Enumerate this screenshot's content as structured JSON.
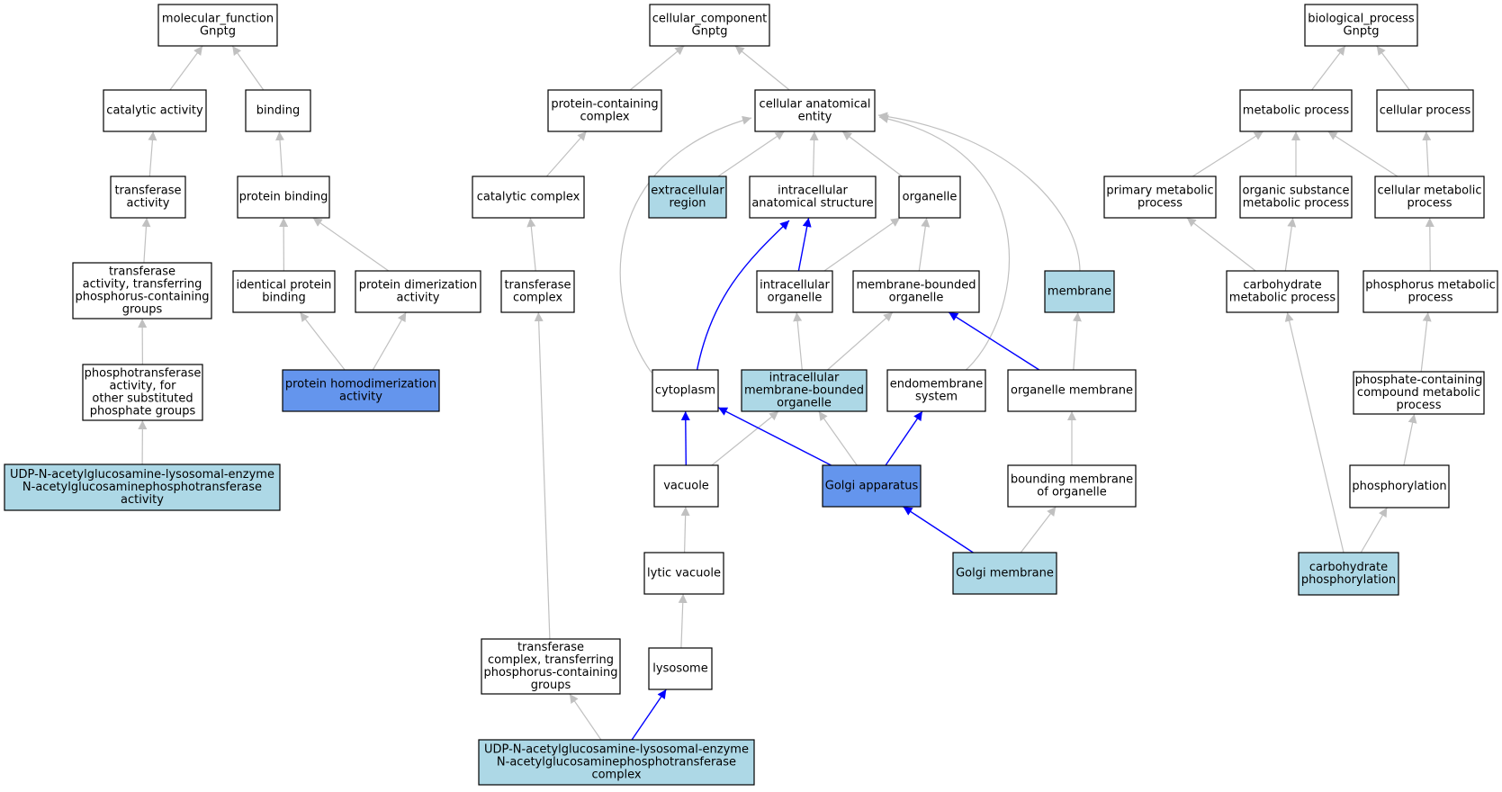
{
  "colors": {
    "highlight_edge": "#0000ff",
    "normal_edge": "#c0c0c0",
    "node_border": "#000000",
    "node_fill": "#ffffff",
    "annotated_fill": "#add8e6",
    "direct_fill": "#6495ed"
  },
  "nodes": [
    {
      "id": "mf",
      "lines": [
        "molecular_function",
        "Gnptg"
      ],
      "fill": "white"
    },
    {
      "id": "catalytic",
      "lines": [
        "catalytic activity"
      ],
      "fill": "white"
    },
    {
      "id": "binding",
      "lines": [
        "binding"
      ],
      "fill": "white"
    },
    {
      "id": "transferase_act",
      "lines": [
        "transferase",
        "activity"
      ],
      "fill": "white"
    },
    {
      "id": "protein_binding",
      "lines": [
        "protein binding"
      ],
      "fill": "white"
    },
    {
      "id": "transferase_phos",
      "lines": [
        "transferase",
        "activity, transferring",
        "phosphorus-containing",
        "groups"
      ],
      "fill": "white"
    },
    {
      "id": "identical_binding",
      "lines": [
        "identical protein",
        "binding"
      ],
      "fill": "white"
    },
    {
      "id": "dimerization",
      "lines": [
        "protein dimerization",
        "activity"
      ],
      "fill": "white"
    },
    {
      "id": "phosphotransferase",
      "lines": [
        "phosphotransferase",
        "activity, for",
        "other substituted",
        "phosphate groups"
      ],
      "fill": "white"
    },
    {
      "id": "homodimerization",
      "lines": [
        "protein homodimerization",
        "activity"
      ],
      "fill": "direct"
    },
    {
      "id": "udp_activity",
      "lines": [
        "UDP-N-acetylglucosamine-lysosomal-enzyme",
        "N-acetylglucosaminephosphotransferase",
        "activity"
      ],
      "fill": "annotated"
    },
    {
      "id": "cc",
      "lines": [
        "cellular_component",
        "Gnptg"
      ],
      "fill": "white"
    },
    {
      "id": "protein_complex",
      "lines": [
        "protein-containing",
        "complex"
      ],
      "fill": "white"
    },
    {
      "id": "cae",
      "lines": [
        "cellular anatomical",
        "entity"
      ],
      "fill": "white"
    },
    {
      "id": "catalytic_complex",
      "lines": [
        "catalytic complex"
      ],
      "fill": "white"
    },
    {
      "id": "extracellular",
      "lines": [
        "extracellular",
        "region"
      ],
      "fill": "annotated"
    },
    {
      "id": "ias",
      "lines": [
        "intracellular",
        "anatomical structure"
      ],
      "fill": "white"
    },
    {
      "id": "organelle",
      "lines": [
        "organelle"
      ],
      "fill": "white"
    },
    {
      "id": "transferase_complex",
      "lines": [
        "transferase",
        "complex"
      ],
      "fill": "white"
    },
    {
      "id": "intra_organelle",
      "lines": [
        "intracellular",
        "organelle"
      ],
      "fill": "white"
    },
    {
      "id": "mbo",
      "lines": [
        "membrane-bounded",
        "organelle"
      ],
      "fill": "white"
    },
    {
      "id": "membrane",
      "lines": [
        "membrane"
      ],
      "fill": "annotated"
    },
    {
      "id": "cytoplasm",
      "lines": [
        "cytoplasm"
      ],
      "fill": "white"
    },
    {
      "id": "imbo",
      "lines": [
        "intracellular",
        "membrane-bounded",
        "organelle"
      ],
      "fill": "annotated"
    },
    {
      "id": "endomembrane",
      "lines": [
        "endomembrane",
        "system"
      ],
      "fill": "white"
    },
    {
      "id": "organelle_membrane",
      "lines": [
        "organelle membrane"
      ],
      "fill": "white"
    },
    {
      "id": "vacuole",
      "lines": [
        "vacuole"
      ],
      "fill": "white"
    },
    {
      "id": "golgi",
      "lines": [
        "Golgi apparatus"
      ],
      "fill": "direct"
    },
    {
      "id": "bounding_membrane",
      "lines": [
        "bounding membrane",
        "of organelle"
      ],
      "fill": "white"
    },
    {
      "id": "lytic_vacuole",
      "lines": [
        "lytic vacuole"
      ],
      "fill": "white"
    },
    {
      "id": "golgi_membrane",
      "lines": [
        "Golgi membrane"
      ],
      "fill": "annotated"
    },
    {
      "id": "transferase_complex_phos",
      "lines": [
        "transferase",
        "complex, transferring",
        "phosphorus-containing",
        "groups"
      ],
      "fill": "white"
    },
    {
      "id": "lysosome",
      "lines": [
        "lysosome"
      ],
      "fill": "white"
    },
    {
      "id": "udp_complex",
      "lines": [
        "UDP-N-acetylglucosamine-lysosomal-enzyme",
        "N-acetylglucosaminephosphotransferase",
        "complex"
      ],
      "fill": "annotated"
    },
    {
      "id": "bp",
      "lines": [
        "biological_process",
        "Gnptg"
      ],
      "fill": "white"
    },
    {
      "id": "metabolic",
      "lines": [
        "metabolic process"
      ],
      "fill": "white"
    },
    {
      "id": "cellular_process",
      "lines": [
        "cellular process"
      ],
      "fill": "white"
    },
    {
      "id": "primary_metabolic",
      "lines": [
        "primary metabolic",
        "process"
      ],
      "fill": "white"
    },
    {
      "id": "organic_substance",
      "lines": [
        "organic substance",
        "metabolic process"
      ],
      "fill": "white"
    },
    {
      "id": "cellular_metabolic",
      "lines": [
        "cellular metabolic",
        "process"
      ],
      "fill": "white"
    },
    {
      "id": "carbohydrate_metabolic",
      "lines": [
        "carbohydrate",
        "metabolic process"
      ],
      "fill": "white"
    },
    {
      "id": "phosphorus_metabolic",
      "lines": [
        "phosphorus metabolic",
        "process"
      ],
      "fill": "white"
    },
    {
      "id": "phosphate_containing",
      "lines": [
        "phosphate-containing",
        "compound metabolic",
        "process"
      ],
      "fill": "white"
    },
    {
      "id": "phosphorylation",
      "lines": [
        "phosphorylation"
      ],
      "fill": "white"
    },
    {
      "id": "carb_phosphorylation",
      "lines": [
        "carbohydrate",
        "phosphorylation"
      ],
      "fill": "annotated"
    }
  ],
  "edges": [
    {
      "from": "catalytic",
      "to": "mf",
      "highlight": false
    },
    {
      "from": "binding",
      "to": "mf",
      "highlight": false
    },
    {
      "from": "transferase_act",
      "to": "catalytic",
      "highlight": false
    },
    {
      "from": "protein_binding",
      "to": "binding",
      "highlight": false
    },
    {
      "from": "transferase_phos",
      "to": "transferase_act",
      "highlight": false
    },
    {
      "from": "identical_binding",
      "to": "protein_binding",
      "highlight": false
    },
    {
      "from": "dimerization",
      "to": "protein_binding",
      "highlight": false
    },
    {
      "from": "phosphotransferase",
      "to": "transferase_phos",
      "highlight": false
    },
    {
      "from": "homodimerization",
      "to": "identical_binding",
      "highlight": false
    },
    {
      "from": "homodimerization",
      "to": "dimerization",
      "highlight": false
    },
    {
      "from": "udp_activity",
      "to": "phosphotransferase",
      "highlight": false
    },
    {
      "from": "protein_complex",
      "to": "cc",
      "highlight": false
    },
    {
      "from": "cae",
      "to": "cc",
      "highlight": false
    },
    {
      "from": "catalytic_complex",
      "to": "protein_complex",
      "highlight": false
    },
    {
      "from": "extracellular",
      "to": "cae",
      "highlight": false
    },
    {
      "from": "ias",
      "to": "cae",
      "highlight": false
    },
    {
      "from": "organelle",
      "to": "cae",
      "highlight": false
    },
    {
      "from": "cytoplasm",
      "to": "cae",
      "highlight": false,
      "curve": "cytoplasm_cae"
    },
    {
      "from": "endomembrane",
      "to": "cae",
      "highlight": false,
      "curve": "endomembrane_cae"
    },
    {
      "from": "membrane",
      "to": "cae",
      "highlight": false,
      "curve": "membrane_cae"
    },
    {
      "from": "transferase_complex",
      "to": "catalytic_complex",
      "highlight": false
    },
    {
      "from": "intra_organelle",
      "to": "ias",
      "highlight": true
    },
    {
      "from": "intra_organelle",
      "to": "organelle",
      "highlight": false
    },
    {
      "from": "mbo",
      "to": "organelle",
      "highlight": false
    },
    {
      "from": "cytoplasm",
      "to": "ias",
      "highlight": true,
      "curve": "cytoplasm_ias"
    },
    {
      "from": "imbo",
      "to": "intra_organelle",
      "highlight": false
    },
    {
      "from": "imbo",
      "to": "mbo",
      "highlight": false
    },
    {
      "from": "organelle_membrane",
      "to": "mbo",
      "highlight": true
    },
    {
      "from": "organelle_membrane",
      "to": "membrane",
      "highlight": false
    },
    {
      "from": "vacuole",
      "to": "cytoplasm",
      "highlight": true
    },
    {
      "from": "vacuole",
      "to": "imbo",
      "highlight": false
    },
    {
      "from": "golgi",
      "to": "cytoplasm",
      "highlight": true
    },
    {
      "from": "golgi",
      "to": "imbo",
      "highlight": false
    },
    {
      "from": "golgi",
      "to": "endomembrane",
      "highlight": true
    },
    {
      "from": "bounding_membrane",
      "to": "organelle_membrane",
      "highlight": false
    },
    {
      "from": "lytic_vacuole",
      "to": "vacuole",
      "highlight": false
    },
    {
      "from": "golgi_membrane",
      "to": "golgi",
      "highlight": true
    },
    {
      "from": "golgi_membrane",
      "to": "bounding_membrane",
      "highlight": false
    },
    {
      "from": "transferase_complex_phos",
      "to": "transferase_complex",
      "highlight": false
    },
    {
      "from": "lysosome",
      "to": "lytic_vacuole",
      "highlight": false
    },
    {
      "from": "udp_complex",
      "to": "transferase_complex_phos",
      "highlight": false
    },
    {
      "from": "udp_complex",
      "to": "lysosome",
      "highlight": true
    },
    {
      "from": "metabolic",
      "to": "bp",
      "highlight": false
    },
    {
      "from": "cellular_process",
      "to": "bp",
      "highlight": false
    },
    {
      "from": "primary_metabolic",
      "to": "metabolic",
      "highlight": false
    },
    {
      "from": "organic_substance",
      "to": "metabolic",
      "highlight": false
    },
    {
      "from": "cellular_metabolic",
      "to": "metabolic",
      "highlight": false
    },
    {
      "from": "cellular_metabolic",
      "to": "cellular_process",
      "highlight": false
    },
    {
      "from": "carbohydrate_metabolic",
      "to": "primary_metabolic",
      "highlight": false
    },
    {
      "from": "carbohydrate_metabolic",
      "to": "organic_substance",
      "highlight": false
    },
    {
      "from": "phosphorus_metabolic",
      "to": "cellular_metabolic",
      "highlight": false
    },
    {
      "from": "phosphate_containing",
      "to": "phosphorus_metabolic",
      "highlight": false
    },
    {
      "from": "phosphorylation",
      "to": "phosphate_containing",
      "highlight": false
    },
    {
      "from": "carb_phosphorylation",
      "to": "phosphorylation",
      "highlight": false
    },
    {
      "from": "carb_phosphorylation",
      "to": "carbohydrate_metabolic",
      "highlight": false
    }
  ]
}
